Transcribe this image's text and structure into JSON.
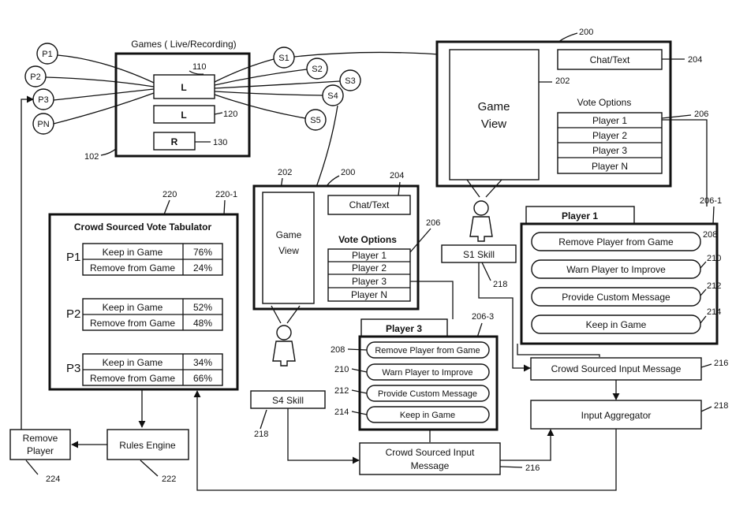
{
  "games": {
    "title": "Games ( Live/Recording)",
    "ref": "102",
    "items": [
      {
        "label": "L",
        "ref": "110"
      },
      {
        "label": "L",
        "ref": "120"
      },
      {
        "label": "R",
        "ref": "130"
      }
    ],
    "players": [
      "P1",
      "P2",
      "P3",
      "PN"
    ],
    "spectators": [
      "S1",
      "S2",
      "S3",
      "S4",
      "S5"
    ]
  },
  "screen_top": {
    "ref": "200",
    "game_view_label": "Game View",
    "game_view_ref": "202",
    "chat_label": "Chat/Text",
    "chat_ref": "204",
    "vote_title": "Vote Options",
    "vote_ref": "206",
    "vote_items": [
      "Player 1",
      "Player 2",
      "Player 3",
      "Player N"
    ]
  },
  "screen_mid": {
    "ref": "200",
    "game_view_label": "Game View",
    "game_view_ref": "202",
    "chat_label": "Chat/Text",
    "chat_ref": "204",
    "vote_title": "Vote Options",
    "vote_ref": "206",
    "vote_items": [
      "Player 1",
      "Player 2",
      "Player 3",
      "Player N"
    ]
  },
  "player1_panel": {
    "tab": "Player 1",
    "ref": "206-1",
    "options": [
      {
        "label": "Remove Player from Game",
        "ref": "208"
      },
      {
        "label": "Warn Player to Improve",
        "ref": "210"
      },
      {
        "label": "Provide Custom Message",
        "ref": "212"
      },
      {
        "label": "Keep in Game",
        "ref": "214"
      }
    ]
  },
  "player3_panel": {
    "tab": "Player 3",
    "ref": "206-3",
    "options": [
      {
        "label": "Remove Player from Game",
        "ref": "208"
      },
      {
        "label": "Warn Player to Improve",
        "ref": "210"
      },
      {
        "label": "Provide Custom Message",
        "ref": "212"
      },
      {
        "label": "Keep in Game",
        "ref": "214"
      }
    ]
  },
  "tabulator": {
    "ref": "220",
    "ref2": "220-1",
    "title": "Crowd Sourced Vote Tabulator",
    "groups": [
      {
        "player": "P1",
        "rows": [
          {
            "label": "Keep in Game",
            "pct": "76%"
          },
          {
            "label": "Remove from Game",
            "pct": "24%"
          }
        ]
      },
      {
        "player": "P2",
        "rows": [
          {
            "label": "Keep in Game",
            "pct": "52%"
          },
          {
            "label": "Remove from Game",
            "pct": "48%"
          }
        ]
      },
      {
        "player": "P3",
        "rows": [
          {
            "label": "Keep in Game",
            "pct": "34%"
          },
          {
            "label": "Remove from Game",
            "pct": "66%"
          }
        ]
      }
    ]
  },
  "s1_skill": {
    "label": "S1 Skill",
    "ref": "218"
  },
  "s4_skill": {
    "label": "S4 Skill",
    "ref": "218"
  },
  "crowd_msg_right": {
    "label": "Crowd Sourced Input Message",
    "ref": "216"
  },
  "crowd_msg_bottom": {
    "line1": "Crowd Sourced Input",
    "line2": "Message",
    "ref": "216"
  },
  "aggregator": {
    "label": "Input Aggregator",
    "ref": "218"
  },
  "rules_engine": {
    "label": "Rules Engine",
    "ref": "222"
  },
  "remove_player": {
    "line1": "Remove",
    "line2": "Player",
    "ref": "224"
  }
}
